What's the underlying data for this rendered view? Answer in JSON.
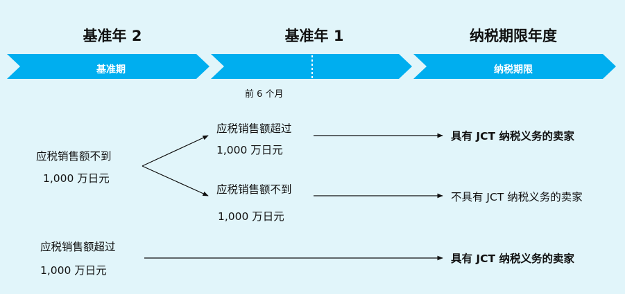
{
  "years": {
    "year2": "基准年 2",
    "year1": "基准年 1",
    "tax_year": "纳税期限年度"
  },
  "banner": {
    "base_period": "基准期",
    "tax_period": "纳税期限"
  },
  "note": "前 6 个月",
  "branch_a": {
    "start_line1": "应税销售额不到",
    "start_line2": "1,000 万日元",
    "upper_line1": "应税销售额超过",
    "upper_line2": "1,000 万日元",
    "upper_result": "具有 JCT 纳税义务的卖家",
    "lower_line1": "应税销售额不到",
    "lower_line2": "1,000 万日元",
    "lower_result": "不具有 JCT 纳税义务的卖家"
  },
  "branch_b": {
    "start_line1": "应税销售额超过",
    "start_line2": "1,000 万日元",
    "result": "具有 JCT 纳税义务的卖家"
  },
  "colors": {
    "background": "#e1f5fa",
    "chevron": "#00aeef"
  }
}
